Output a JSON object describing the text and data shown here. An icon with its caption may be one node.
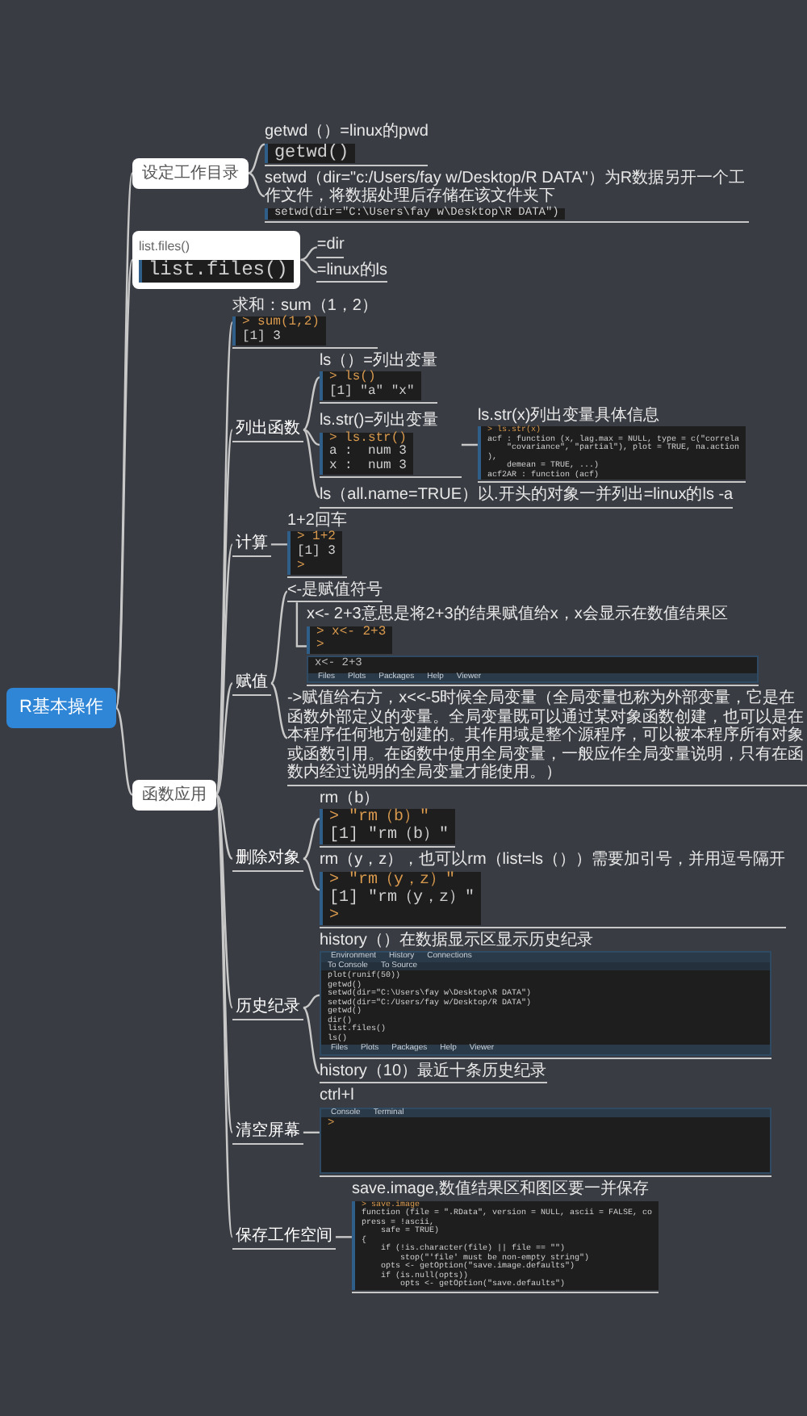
{
  "diagram": {
    "nodes": [
      {
        "text": [
          "R基本操作"
        ]
      },
      {
        "text": [
          "设定工作目录"
        ]
      },
      {
        "text": [
          "list.files()",
          "list.files()"
        ]
      },
      {
        "text": [
          "函数应用"
        ]
      },
      {
        "text": [
          "getwd（）=linux的pwd",
          "getwd()"
        ]
      },
      {
        "text": [
          "setwd（dir=\"c:/Users/fay w/Desktop/R DATA\"）为R数据另开一个工作文件，将数据处理后存储在该文件夹下",
          "setwd(dir=\"C:\\Users\\fay w\\Desktop\\R DATA\")"
        ]
      },
      {
        "text": [
          "=dir"
        ]
      },
      {
        "text": [
          "=linux的ls"
        ]
      },
      {
        "text": [
          "求和：sum（1，2）",
          "> sum(1,2)",
          "[1] 3"
        ]
      },
      {
        "text": [
          "列出函数"
        ]
      },
      {
        "text": [
          "ls（）=列出变量",
          "> ls()",
          "[1] \"a\" \"x\""
        ]
      },
      {
        "text": [
          "ls.str()=列出变量",
          "> ls.str()",
          "a :  num 3",
          "x :  num 3"
        ]
      },
      {
        "text": [
          "ls.str(x)列出变量具体信息",
          "> ls.str(x)",
          "acf : function (x, lag.max = NULL, type = c(\"correla",
          "    \"covariance\", \"partial\"), plot = TRUE, na.action",
          "),",
          "    demean = TRUE, ...)",
          "acf2AR : function (acf)"
        ]
      },
      {
        "text": [
          "ls（all.name=TRUE）以.开头的对象一并列出=linux的ls -a"
        ]
      },
      {
        "text": [
          "计算"
        ]
      },
      {
        "text": [
          "1+2回车",
          "> 1+2",
          "[1] 3",
          ">"
        ]
      },
      {
        "text": [
          "赋值"
        ]
      },
      {
        "text": [
          "<-是赋值符号"
        ]
      },
      {
        "text": [
          "x<- 2+3意思是将2+3的结果赋值给x，x会显示在数值结果区",
          "> x<- 2+3",
          ">"
        ]
      },
      {
        "text": [
          "->赋值给右方，x<<-5时候全局变量（全局变量也称为外部变量，它是在函数外部定义的变量。全局变量既可以通过某对象函数创建，也可以是在本程序任何地方创建的。其作用域是整个源程序，可以被本程序所有对象或函数引用。在函数中使用全局变量，一般应作全局变量说明，只有在函数内经过说明的全局变量才能使用。）"
        ]
      },
      {
        "text": [
          "删除对象"
        ]
      },
      {
        "text": [
          "rm（b）",
          "> \"rm（b）\"",
          "[1] \"rm（b）\""
        ]
      },
      {
        "text": [
          "rm（y，z），也可以rm（list=ls（））需要加引号，并用逗号隔开",
          "> \"rm（y，z）\"",
          "[1] \"rm（y，z）\"",
          ">"
        ]
      },
      {
        "text": [
          "历史纪录"
        ]
      },
      {
        "text": [
          "history（）在数据显示区显示历史纪录",
          "plot(runif(50))",
          "getwd()",
          "setwd(dir=\"C:\\Users\\fay w\\Desktop\\R DATA\")",
          "setwd(dir=\"C:/Users/fay w/Desktop/R DATA\")",
          "getwd()",
          "dir()",
          "list.files()",
          "ls()"
        ]
      },
      {
        "text": [
          "history（10）最近十条历史纪录"
        ]
      },
      {
        "text": [
          "清空屏幕"
        ]
      },
      {
        "text": [
          "ctrl+l",
          ">"
        ]
      },
      {
        "text": [
          "保存工作空间"
        ]
      },
      {
        "text": [
          "save.image,数值结果区和图区要一并保存",
          "> save.image",
          "function (file = \".RData\", version = NULL, ascii = FALSE, co",
          "press = !ascii,",
          "    safe = TRUE)",
          "{",
          "    if (!is.character(file) || file == \"\")",
          "        stop(\"'file' must be non-empty string\")",
          "    opts <- getOption(\"save.image.defaults\")",
          "    if (is.null(opts))",
          "        opts <- getOption(\"save.defaults\")"
        ]
      }
    ],
    "edges": [
      {
        "from": 0,
        "to": 1,
        "arrow": "none"
      },
      {
        "from": 0,
        "to": 2,
        "arrow": "none"
      },
      {
        "from": 0,
        "to": 3,
        "arrow": "none"
      },
      {
        "from": 1,
        "to": 4,
        "arrow": "none"
      },
      {
        "from": 1,
        "to": 5,
        "arrow": "none"
      },
      {
        "from": 2,
        "to": 6,
        "arrow": "none"
      },
      {
        "from": 2,
        "to": 7,
        "arrow": "none"
      },
      {
        "from": 3,
        "to": 8,
        "arrow": "none"
      },
      {
        "from": 3,
        "to": 9,
        "arrow": "none"
      },
      {
        "from": 3,
        "to": 14,
        "arrow": "none"
      },
      {
        "from": 3,
        "to": 16,
        "arrow": "none"
      },
      {
        "from": 3,
        "to": 20,
        "arrow": "none"
      },
      {
        "from": 3,
        "to": 23,
        "arrow": "none"
      },
      {
        "from": 3,
        "to": 26,
        "arrow": "none"
      },
      {
        "from": 3,
        "to": 28,
        "arrow": "none"
      },
      {
        "from": 9,
        "to": 10,
        "arrow": "none"
      },
      {
        "from": 9,
        "to": 11,
        "arrow": "none"
      },
      {
        "from": 9,
        "to": 13,
        "arrow": "none"
      },
      {
        "from": 11,
        "to": 12,
        "arrow": "none"
      },
      {
        "from": 14,
        "to": 15,
        "arrow": "none"
      },
      {
        "from": 16,
        "to": 17,
        "arrow": "none"
      },
      {
        "from": 16,
        "to": 19,
        "arrow": "none"
      },
      {
        "from": 17,
        "to": 18,
        "arrow": "none"
      },
      {
        "from": 20,
        "to": 21,
        "arrow": "none"
      },
      {
        "from": 20,
        "to": 22,
        "arrow": "none"
      },
      {
        "from": 23,
        "to": 24,
        "arrow": "none"
      },
      {
        "from": 23,
        "to": 25,
        "arrow": "none"
      },
      {
        "from": 26,
        "to": 27,
        "arrow": "none"
      },
      {
        "from": 28,
        "to": 29,
        "arrow": "none"
      }
    ],
    "labels": [
      "x<- 2+3",
      "Files",
      "Plots",
      "Packages",
      "Help",
      "Viewer",
      "Environment",
      "History",
      "Connections",
      "To Console",
      "To Source",
      "Files",
      "Plots",
      "Packages",
      "Help",
      "Viewer",
      "Console",
      "Terminal"
    ]
  }
}
